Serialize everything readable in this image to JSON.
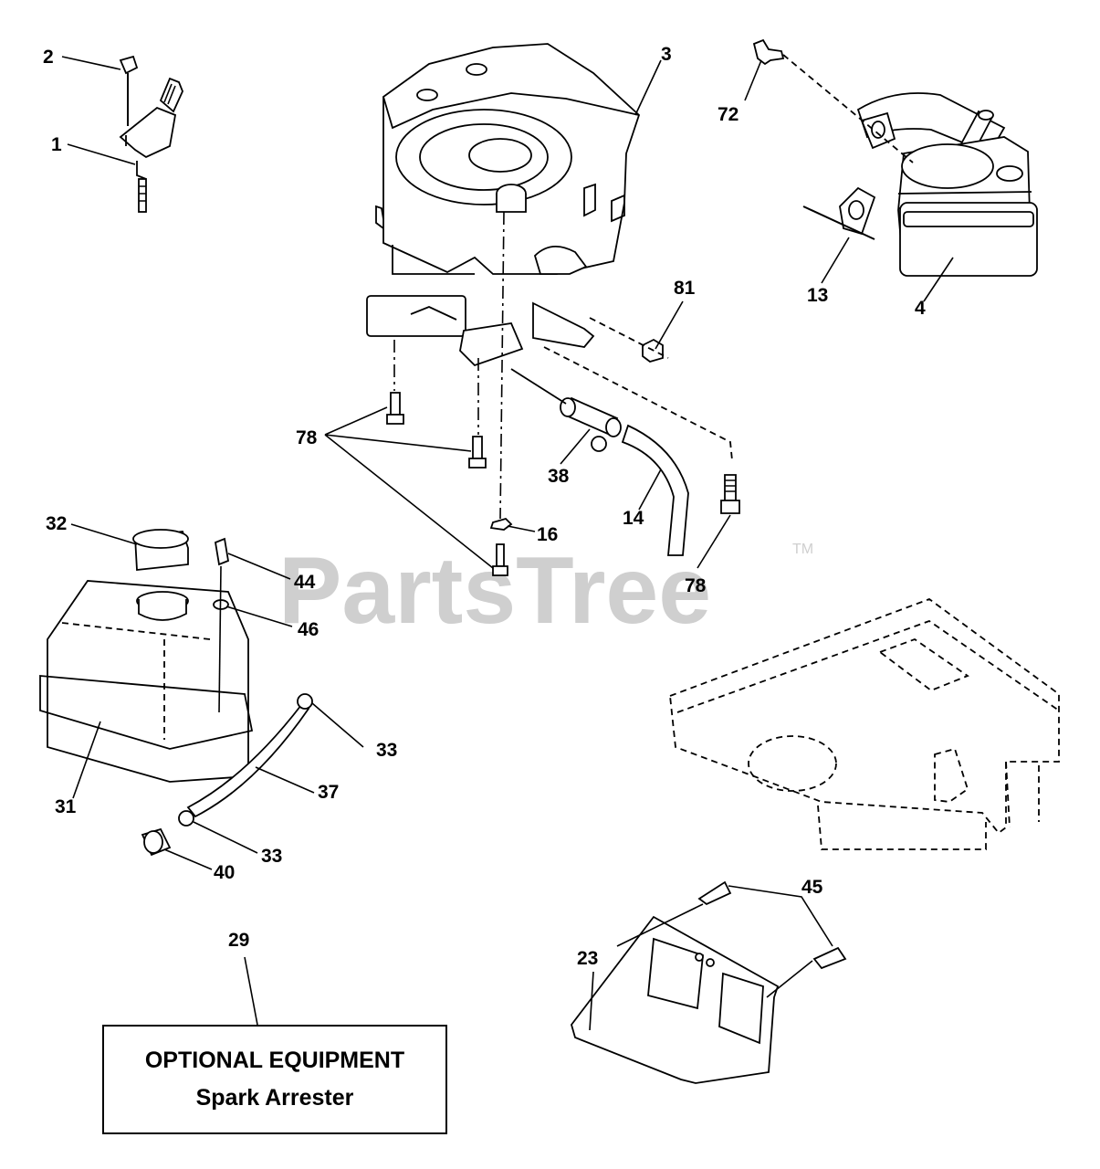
{
  "watermark": {
    "text": "PartsTree",
    "trademark": "TM"
  },
  "callouts": {
    "c1": "1",
    "c2": "2",
    "c3": "3",
    "c4": "4",
    "c13": "13",
    "c14": "14",
    "c16": "16",
    "c23": "23",
    "c29": "29",
    "c31": "31",
    "c32": "32",
    "c33a": "33",
    "c33b": "33",
    "c37": "37",
    "c38": "38",
    "c40": "40",
    "c44": "44",
    "c45": "45",
    "c46": "46",
    "c72": "72",
    "c78a": "78",
    "c78b": "78",
    "c81": "81"
  },
  "optional_box": {
    "title": "OPTIONAL EQUIPMENT",
    "subtitle": "Spark Arrester"
  }
}
